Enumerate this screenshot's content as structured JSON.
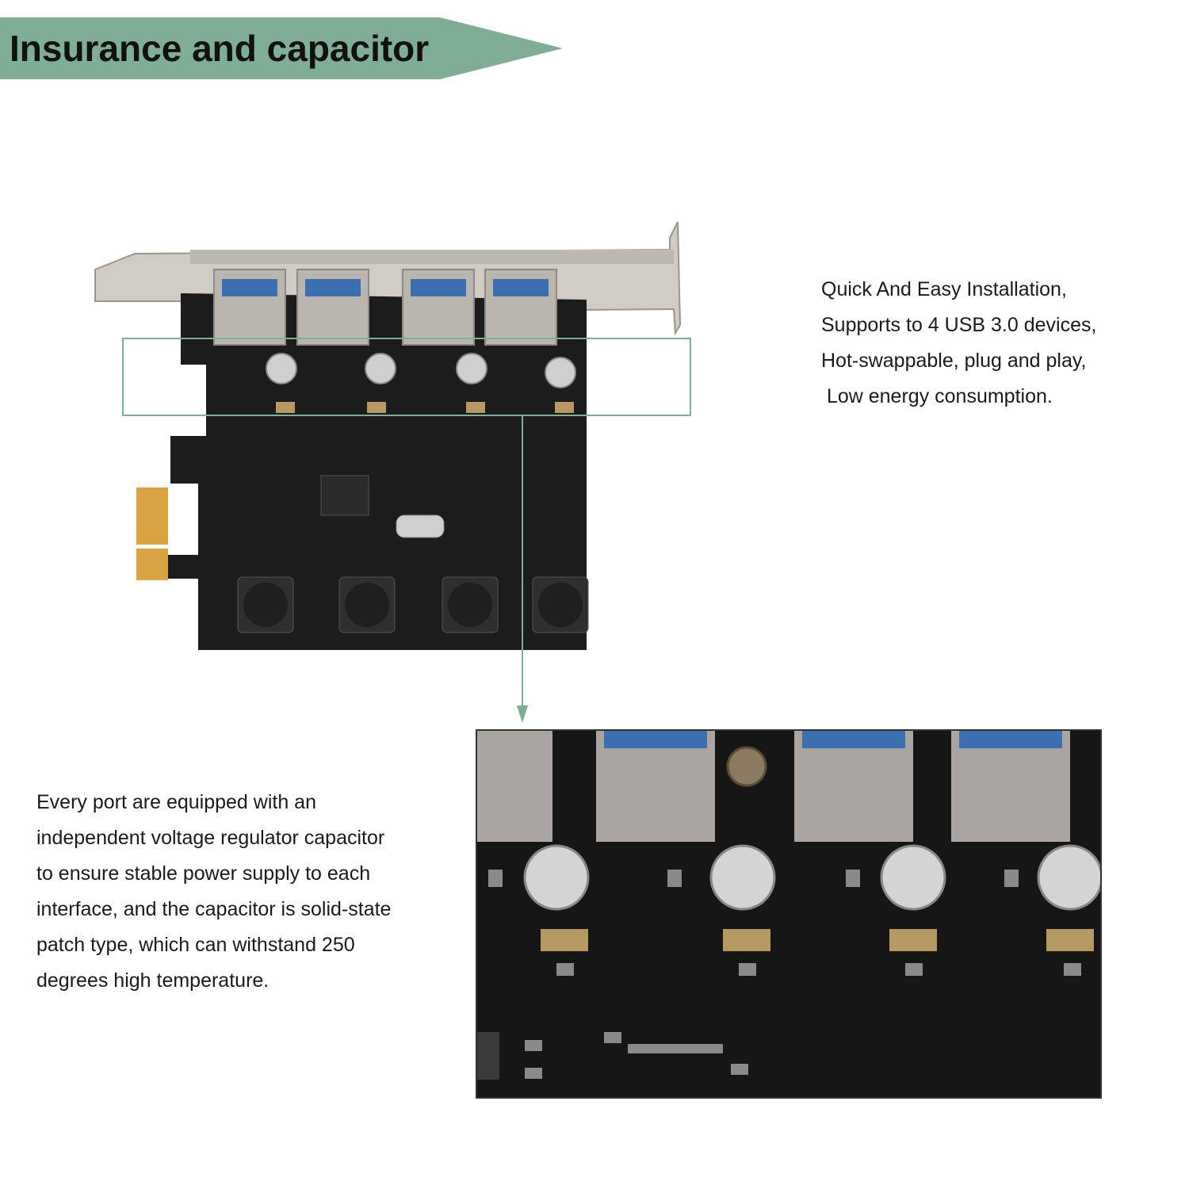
{
  "banner": {
    "title": "Insurance and capacitor",
    "color": "#7fad95"
  },
  "features": [
    "Quick And Easy Installation,",
    "Supports to 4 USB 3.0 devices,",
    "Hot-swappable, plug and play,",
    " Low energy consumption."
  ],
  "description": [
    "Every port are equipped with an",
    "independent voltage regulator capacitor",
    "to ensure stable power supply to each",
    "interface, and the capacitor is solid-state",
    "patch type, which can withstand 250",
    "degrees high temperature."
  ],
  "colors": {
    "pcb": "#1c1c1c",
    "bracket": "#c9c6c0",
    "callout": "#7fad95",
    "gold": "#d9a441"
  }
}
